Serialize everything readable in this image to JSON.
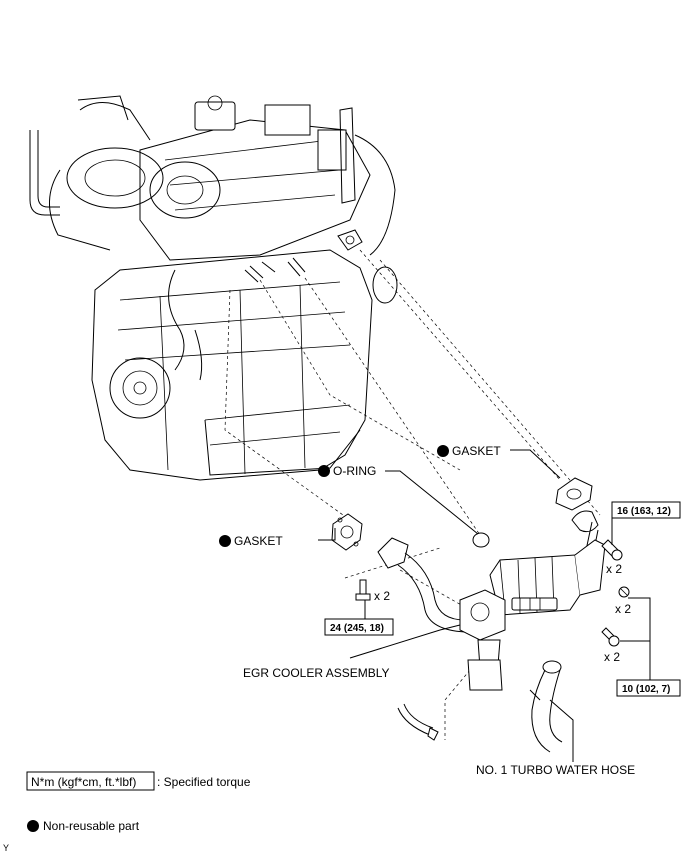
{
  "labels": {
    "gasket_upper": "GASKET",
    "o_ring": "O-RING",
    "gasket_left": "GASKET",
    "egr_cooler": "EGR COOLER ASSEMBLY",
    "turbo_hose": "NO. 1 TURBO WATER HOSE"
  },
  "torques": {
    "t1": "16 (163, 12)",
    "t2": "24 (245, 18)",
    "t3": "10 (102, 7)"
  },
  "quantities": {
    "q1": "x 2",
    "q2": "x 2",
    "q3": "x 2",
    "q4": "x 2"
  },
  "legend": {
    "torque_box": "N*m (kgf*cm, ft.*lbf)",
    "torque_desc": ": Specified torque",
    "nonreusable": "Non-reusable part"
  },
  "corner_mark": "Y"
}
